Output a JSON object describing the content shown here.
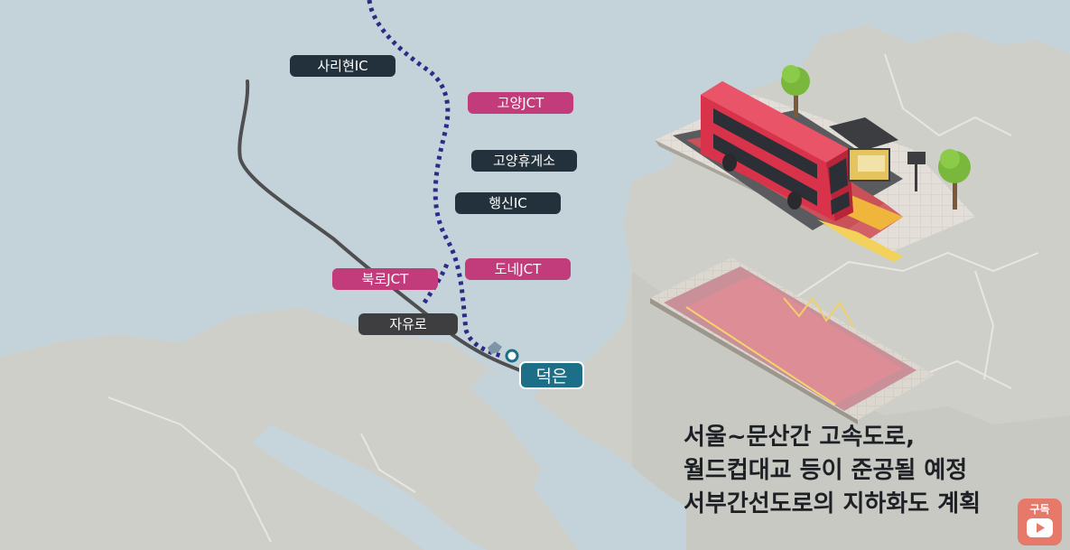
{
  "map": {
    "labels": {
      "sarihyeon_ic": "사리현IC",
      "goyang_jct": "고양JCT",
      "goyang_rest": "고양휴게소",
      "haengsin_ic": "행신IC",
      "done_jct": "도네JCT",
      "bukro_jct": "북로JCT",
      "jayuro": "자유로",
      "destination": "덕은"
    },
    "colors": {
      "water": "#c4d3da",
      "land": "#cfcfca",
      "route": "#2e2a86",
      "road": "#4f4f52",
      "pink_tag": "#c23c7c",
      "dark_tag": "#23313d",
      "destination": "#1c6f86"
    }
  },
  "illustration": {
    "icons": [
      "double-decker-bus-icon",
      "bus-shelter-icon",
      "tree-icon",
      "road-tunnel-icon"
    ]
  },
  "caption": {
    "line1": "서울~문산간 고속도로,",
    "line2": "월드컵대교 등이 준공될 예정",
    "line3": "서부간선도로의 지하화도 계획"
  },
  "subscribe": {
    "label": "구독",
    "icon": "youtube-play-icon",
    "color": "#e7796b"
  }
}
